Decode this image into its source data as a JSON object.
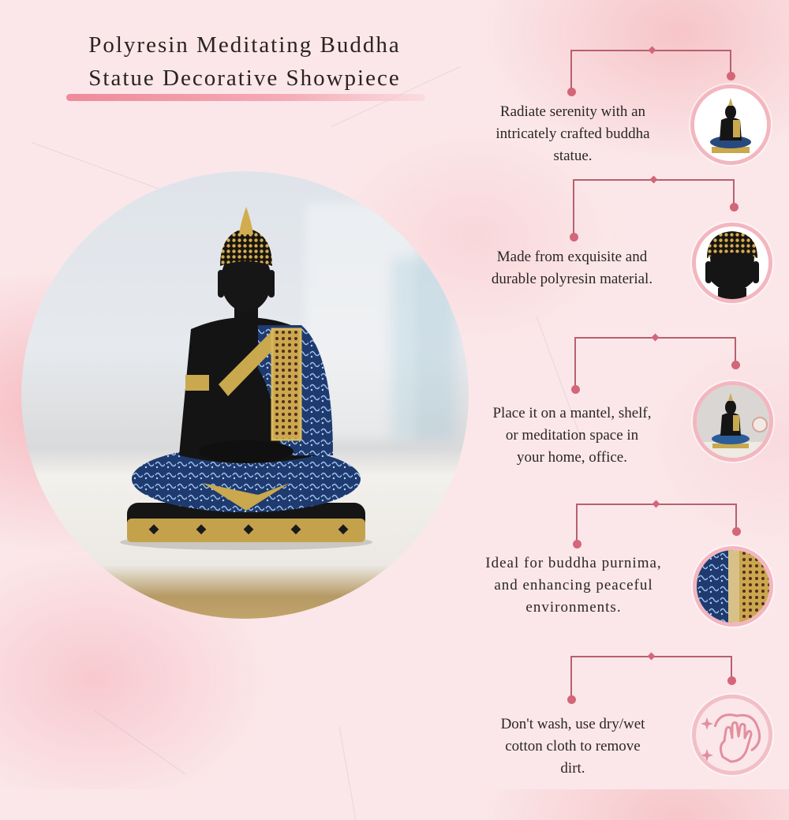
{
  "title": {
    "line1": "Polyresin Meditating Buddha",
    "line2": "Statue Decorative Showpiece"
  },
  "hero_image": {
    "alt": "Black and blue meditating Buddha statue with gold accents on a marble surface"
  },
  "features": [
    {
      "lines": [
        "Radiate serenity with an",
        "intricately crafted buddha",
        "statue."
      ],
      "thumb": "buddha-full-white-bg"
    },
    {
      "lines": [
        "Made from exquisite and",
        "durable polyresin material."
      ],
      "thumb": "buddha-face-closeup"
    },
    {
      "lines": [
        "Place it on a mantel, shelf,",
        "or meditation space in",
        "your home, office."
      ],
      "thumb": "buddha-on-shelf-with-clock"
    },
    {
      "lines": [
        "Ideal for buddha purnima,",
        "and enhancing peaceful",
        "environments."
      ],
      "thumb": "robe-detail-closeup"
    },
    {
      "lines": [
        "Don't wash, use dry/wet",
        "cotton cloth to remove",
        "dirt."
      ],
      "thumb": "hand-wipe-icon"
    }
  ],
  "colors": {
    "accent": "#d4667a",
    "connector": "#b8606f",
    "thumb_ring": "#f3b6bf",
    "underline": "#ef8a99",
    "background": "#fbe7e9",
    "text": "#2b2624"
  }
}
